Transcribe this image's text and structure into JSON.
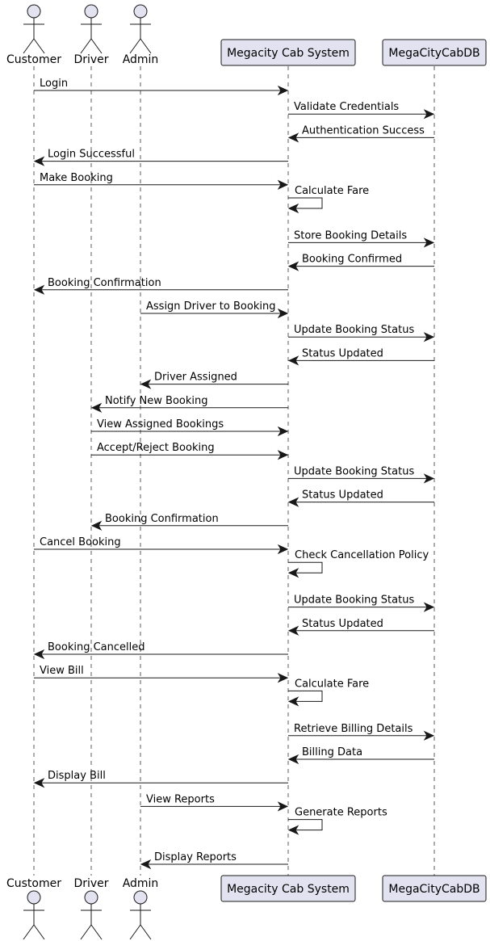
{
  "participants": [
    {
      "id": "customer",
      "label": "Customer",
      "kind": "actor"
    },
    {
      "id": "driver",
      "label": "Driver",
      "kind": "actor"
    },
    {
      "id": "admin",
      "label": "Admin",
      "kind": "actor"
    },
    {
      "id": "system",
      "label": "Megacity Cab System",
      "kind": "participant"
    },
    {
      "id": "db",
      "label": "MegaCityCabDB",
      "kind": "participant"
    }
  ],
  "messages": [
    {
      "from": "customer",
      "to": "system",
      "label": "Login"
    },
    {
      "from": "system",
      "to": "db",
      "label": "Validate Credentials"
    },
    {
      "from": "db",
      "to": "system",
      "label": "Authentication Success"
    },
    {
      "from": "system",
      "to": "customer",
      "label": "Login Successful"
    },
    {
      "from": "customer",
      "to": "system",
      "label": "Make Booking"
    },
    {
      "from": "system",
      "to": "system",
      "label": "Calculate Fare"
    },
    {
      "from": "system",
      "to": "db",
      "label": "Store Booking Details"
    },
    {
      "from": "db",
      "to": "system",
      "label": "Booking Confirmed"
    },
    {
      "from": "system",
      "to": "customer",
      "label": "Booking Confirmation"
    },
    {
      "from": "admin",
      "to": "system",
      "label": "Assign Driver to Booking"
    },
    {
      "from": "system",
      "to": "db",
      "label": "Update Booking Status"
    },
    {
      "from": "db",
      "to": "system",
      "label": "Status Updated"
    },
    {
      "from": "system",
      "to": "admin",
      "label": "Driver Assigned"
    },
    {
      "from": "system",
      "to": "driver",
      "label": "Notify New Booking"
    },
    {
      "from": "driver",
      "to": "system",
      "label": "View Assigned Bookings"
    },
    {
      "from": "driver",
      "to": "system",
      "label": "Accept/Reject Booking"
    },
    {
      "from": "system",
      "to": "db",
      "label": "Update Booking Status"
    },
    {
      "from": "db",
      "to": "system",
      "label": "Status Updated"
    },
    {
      "from": "system",
      "to": "driver",
      "label": "Booking Confirmation"
    },
    {
      "from": "customer",
      "to": "system",
      "label": "Cancel Booking"
    },
    {
      "from": "system",
      "to": "system",
      "label": "Check Cancellation Policy"
    },
    {
      "from": "system",
      "to": "db",
      "label": "Update Booking Status"
    },
    {
      "from": "db",
      "to": "system",
      "label": "Status Updated"
    },
    {
      "from": "system",
      "to": "customer",
      "label": "Booking Cancelled"
    },
    {
      "from": "customer",
      "to": "system",
      "label": "View Bill"
    },
    {
      "from": "system",
      "to": "system",
      "label": "Calculate Fare"
    },
    {
      "from": "system",
      "to": "db",
      "label": "Retrieve Billing Details"
    },
    {
      "from": "db",
      "to": "system",
      "label": "Billing Data"
    },
    {
      "from": "system",
      "to": "customer",
      "label": "Display Bill"
    },
    {
      "from": "admin",
      "to": "system",
      "label": "View Reports"
    },
    {
      "from": "system",
      "to": "system",
      "label": "Generate Reports"
    },
    {
      "from": "system",
      "to": "admin",
      "label": "Display Reports"
    }
  ]
}
